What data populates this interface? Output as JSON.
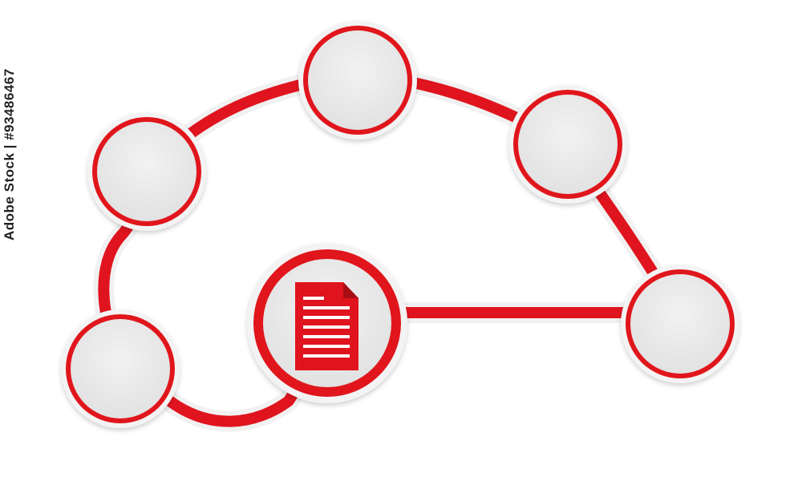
{
  "side_text": "Adobe Stock | #93486467",
  "colors": {
    "accent": "#e0141e",
    "accent_dark": "#a80e16",
    "node_fill": "#ececec",
    "node_outline": "#f4f4f4",
    "icon_fill": "#e0141e",
    "icon_lines": "#ffffff"
  },
  "nodes": [
    {
      "name": "node-top-left"
    },
    {
      "name": "node-top-center"
    },
    {
      "name": "node-top-right"
    },
    {
      "name": "node-right"
    },
    {
      "name": "node-bottom-left"
    }
  ],
  "center": {
    "icon": "document-icon"
  }
}
